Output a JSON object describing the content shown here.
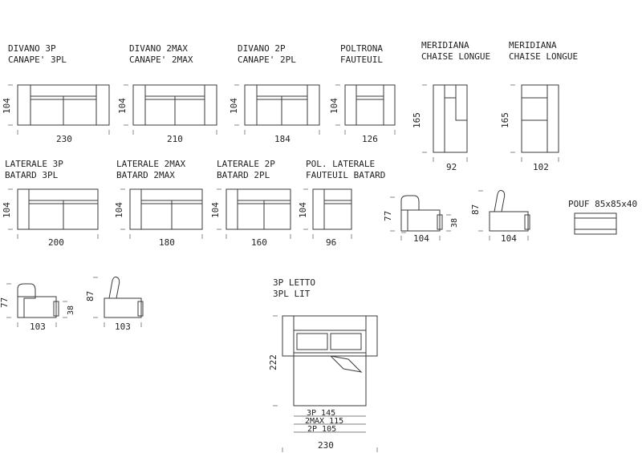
{
  "sofas": [
    {
      "line1": "DIVANO 3P",
      "line2": "CANAPE' 3PL",
      "height": "104",
      "width": "230"
    },
    {
      "line1": "DIVANO 2MAX",
      "line2": "CANAPE' 2MAX",
      "height": "104",
      "width": "210"
    },
    {
      "line1": "DIVANO 2P",
      "line2": "CANAPE' 2PL",
      "height": "104",
      "width": "184"
    },
    {
      "line1": "POLTRONA",
      "line2": "FAUTEUIL",
      "height": "104",
      "width": "126"
    },
    {
      "line1": "MERIDIANA",
      "line2": "CHAISE LONGUE",
      "height": "165",
      "width": "92"
    },
    {
      "line1": "MERIDIANA",
      "line2": "CHAISE LONGUE",
      "height": "165",
      "width": "102"
    }
  ],
  "laterals": [
    {
      "line1": "LATERALE 3P",
      "line2": "BATARD 3PL",
      "height": "104",
      "width": "200"
    },
    {
      "line1": "LATERALE 2MAX",
      "line2": "BATARD 2MAX",
      "height": "104",
      "width": "180"
    },
    {
      "line1": "LATERALE 2P",
      "line2": "BATARD 2PL",
      "height": "104",
      "width": "160"
    },
    {
      "line1": "POL. LATERALE",
      "line2": "FAUTEUIL BATARD",
      "height": "104",
      "width": "96"
    }
  ],
  "side_views": [
    {
      "height": "77",
      "seat": "38",
      "width": "104"
    },
    {
      "height": "87",
      "width": "104"
    },
    {
      "height": "77",
      "seat": "38",
      "width": "103"
    },
    {
      "height": "87",
      "width": "103"
    }
  ],
  "pouf": {
    "label": "POUF 85x85x40"
  },
  "bed": {
    "line1": "3P LETTO",
    "line2": "3PL LIT",
    "height": "222",
    "widths": [
      "3P 145",
      "2MAX 115",
      "2P 105"
    ],
    "total": "230"
  }
}
